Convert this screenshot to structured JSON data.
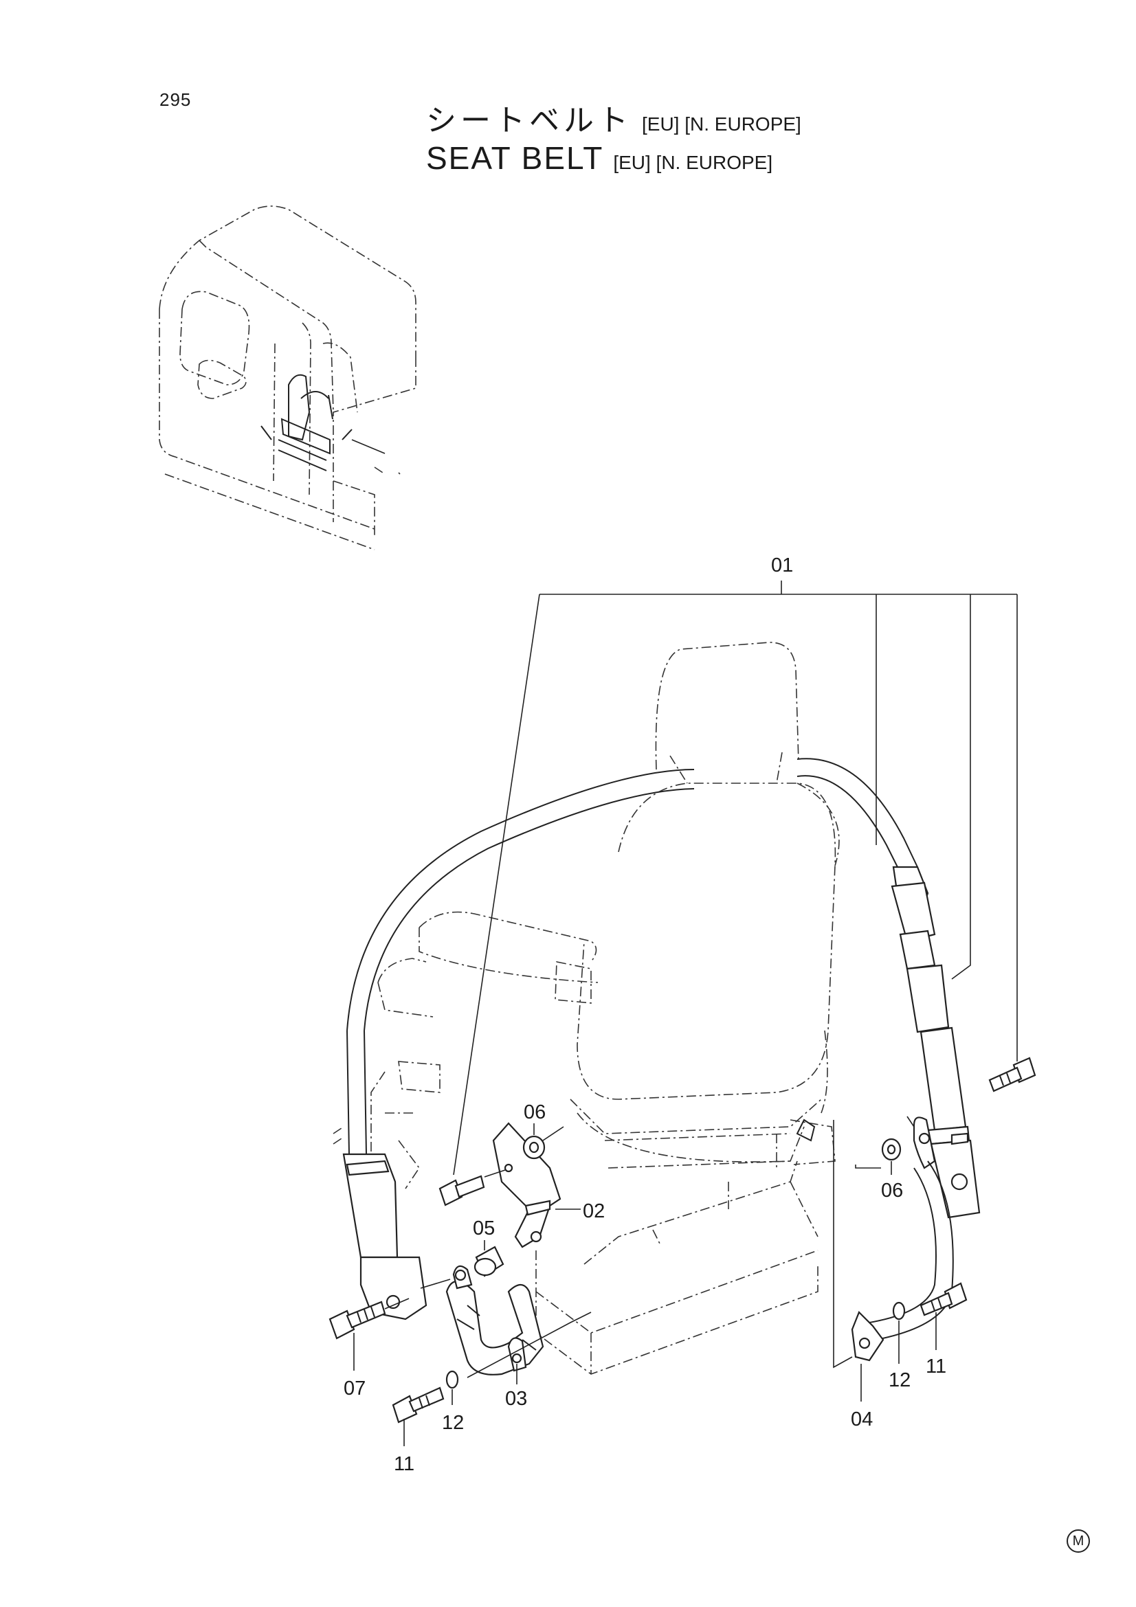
{
  "page_number": "295",
  "title": {
    "japanese": "シートベルト",
    "english": "SEAT  BELT",
    "suffix": "[EU] [N. EUROPE]"
  },
  "callouts": {
    "c01": "01",
    "c02": "02",
    "c03": "03",
    "c04": "04",
    "c05": "05",
    "c06_left": "06",
    "c06_right": "06",
    "c07": "07",
    "c11_left": "11",
    "c11_right": "11",
    "c12_left": "12",
    "c12_right": "12"
  },
  "corner_marker": "M"
}
